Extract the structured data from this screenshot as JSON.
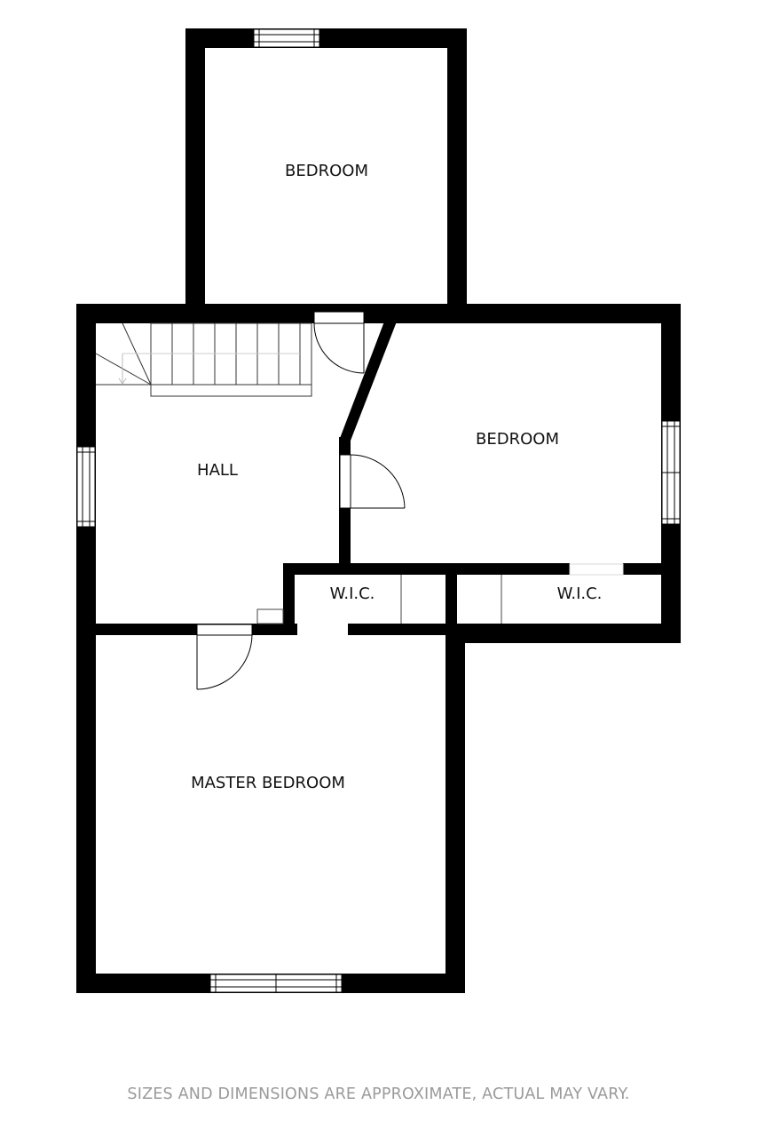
{
  "rooms": {
    "bedroom_top": "BEDROOM",
    "bedroom_right": "BEDROOM",
    "hall": "HALL",
    "wic_left": "W.I.C.",
    "wic_right": "W.I.C.",
    "master_bedroom": "MASTER BEDROOM"
  },
  "footer": {
    "disclaimer": "SIZES AND DIMENSIONS ARE APPROXIMATE, ACTUAL MAY VARY."
  },
  "colors": {
    "wall": "#000000",
    "background": "#ffffff",
    "disclaimer_text": "#9a9a9a",
    "fixture_line": "#444444"
  }
}
